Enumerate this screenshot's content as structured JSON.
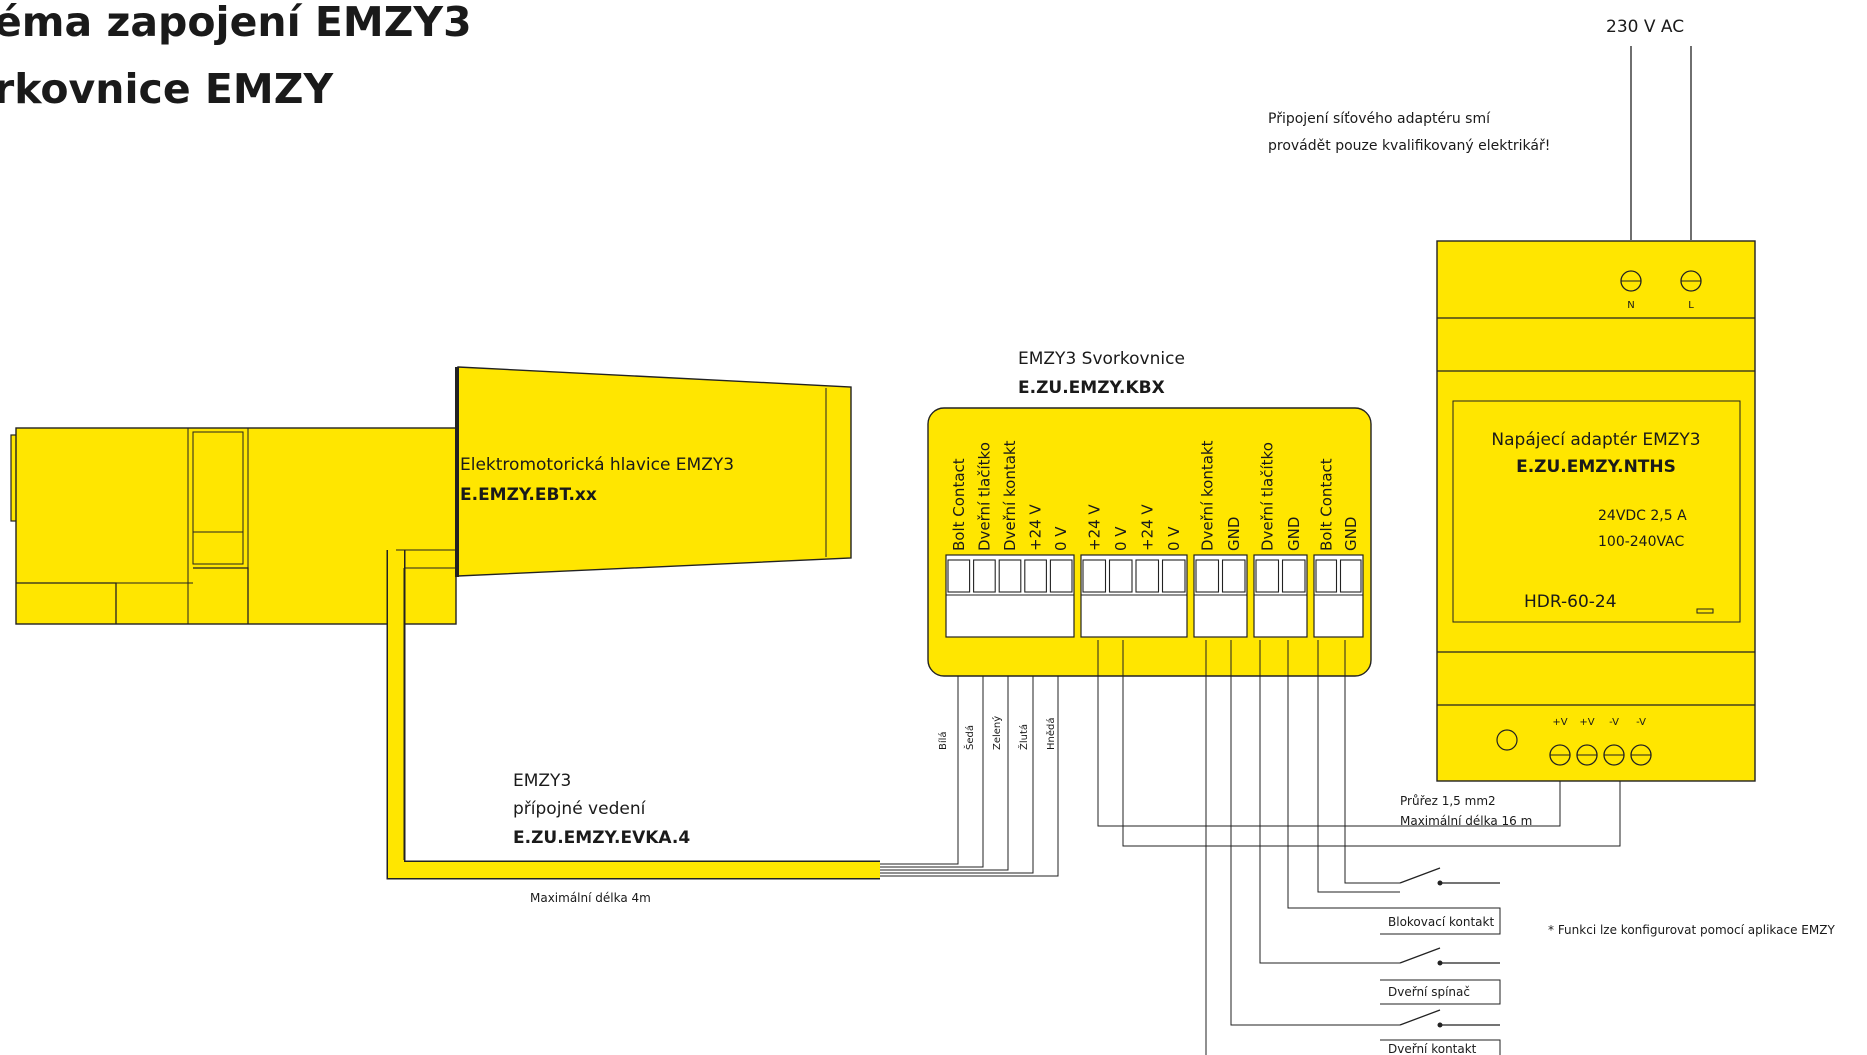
{
  "title": {
    "line1": "éma zapojení EMZY3",
    "line2": "rkovnice EMZY"
  },
  "mains": {
    "label": "230 V AC",
    "warning_line1": "Připojení síťového adaptéru smí",
    "warning_line2": "provádět pouze kvalifikovaný elektrikář!"
  },
  "cylinder": {
    "name": "Elektromotorická hlavice EMZY3",
    "code": "E.EMZY.EBT.xx"
  },
  "terminal_block": {
    "name": "EMZY3    Svorkovnice",
    "code": "E.ZU.EMZY.KBX",
    "terminals": [
      "Bolt Contact",
      "Dveřní tlačítko",
      "Dveřní kontakt",
      "+24 V",
      "0 V",
      "+24 V",
      "0 V",
      "+24 V",
      "0 V",
      "Dveřní kontakt",
      "GND",
      "Dveřní tlačítko",
      "GND",
      "Bolt Contact",
      "GND"
    ]
  },
  "cable": {
    "line1": "EMZY3",
    "line2": "přípojné vedení",
    "code": "E.ZU.EMZY.EVKA.4",
    "max_length": "Maximální délka 4m",
    "wire_colors": [
      "Bílá",
      "Šedá",
      "Zelený",
      "Žlutá",
      "Hnědá"
    ]
  },
  "power_supply": {
    "name": "Napájecí adaptér EMZY3",
    "code": "E.ZU.EMZY.NTHS",
    "spec_dc": "24VDC 2,5 A",
    "spec_ac": "100-240VAC",
    "model": "HDR-60-24",
    "input_terminals": [
      "N",
      "L"
    ],
    "output_terminals": [
      "+V",
      "+V",
      "-V",
      "-V"
    ]
  },
  "power_cable": {
    "cross_section": "Průřez 1,5 mm2",
    "max_length": "Maximální délka 16 m"
  },
  "contacts": [
    "Blokovací kontakt",
    "Dveřní spínač",
    "Dveřní kontakt"
  ],
  "footnote": "* Funkci lze konfigurovat pomocí aplikace EMZY"
}
